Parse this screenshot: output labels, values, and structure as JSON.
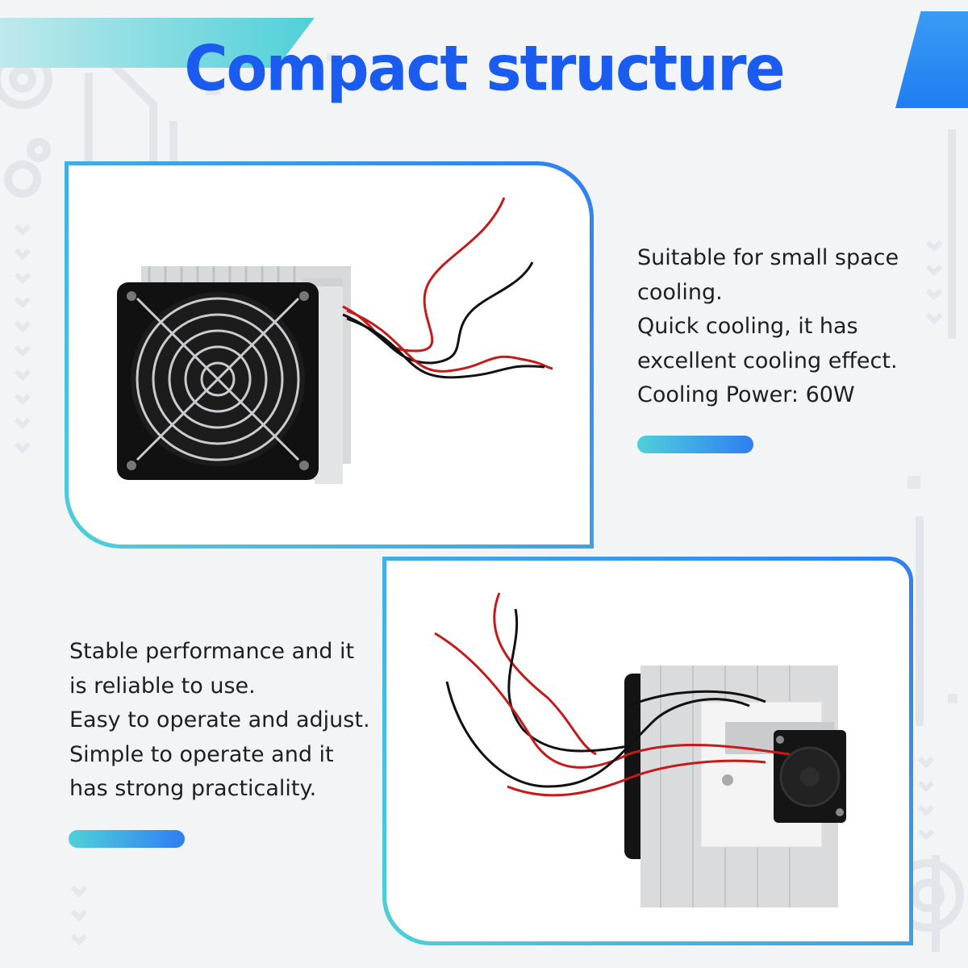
{
  "header": {
    "title": "Compact structure"
  },
  "section1": {
    "lines": [
      "Suitable for small space",
      "cooling.",
      "Quick cooling, it has",
      "excellent cooling effect.",
      "Cooling Power: 60W"
    ],
    "image_icon": "fan-cooler-front-photo"
  },
  "section2": {
    "lines": [
      "Stable performance and it",
      "is reliable to use.",
      "Easy to operate and adjust.",
      "Simple to operate and it",
      "has strong practicality."
    ],
    "image_icon": "peltier-cooler-back-photo"
  },
  "colors": {
    "title": "#1a5cf0",
    "accent_cyan": "#4fd0d8",
    "accent_blue": "#2f7ef3",
    "text": "#1f1f1f"
  }
}
